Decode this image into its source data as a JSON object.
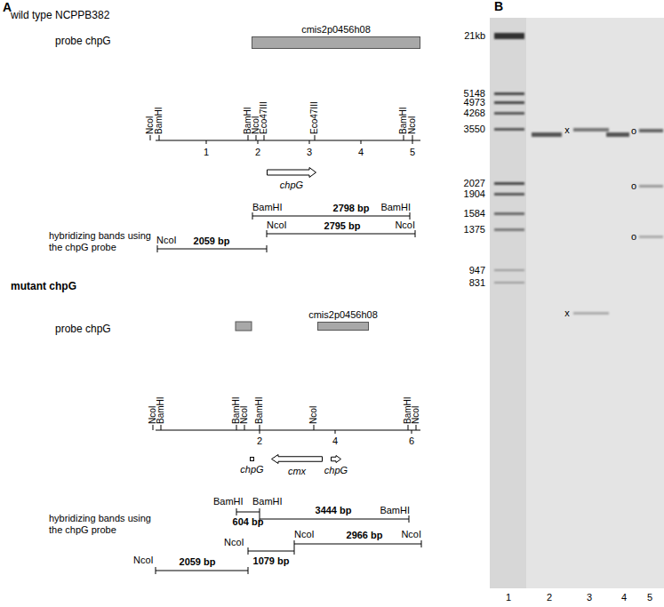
{
  "diagram": {
    "nodes": [
      {
        "text": [
          "cmis2p0456h08"
        ]
      },
      {
        "text": [
          "chpG"
        ]
      },
      {
        "text": [
          "cmis2p0456h08"
        ]
      },
      {
        "text": [
          "chpG"
        ]
      },
      {
        "text": [
          "cmx"
        ]
      },
      {
        "text": [
          "chpG"
        ]
      }
    ],
    "labels": [
      "A",
      "wild type NCPPB382",
      "probe chpG",
      "NcoI",
      "BamHI",
      "BamHI",
      "NcoI",
      "Eco47III",
      "Eco47III",
      "BamHI",
      "NcoI",
      "1",
      "2",
      "3",
      "4",
      "5",
      "BamHI",
      "2798 bp",
      "BamHI",
      "hybridizing bands using the chpG probe",
      "NcoI",
      "2795 bp",
      "NcoI",
      "NcoI",
      "2059 bp",
      "mutant chpG",
      "probe chpG",
      "NcoI",
      "BamHI",
      "BamHI",
      "NcoI",
      "BamHI",
      "NcoI",
      "BamHI",
      "NcoI",
      "2",
      "4",
      "6",
      "BamHI",
      "BamHI",
      "604 bp",
      "3444 bp",
      "BamHI",
      "hybridizing bands using the chpG probe",
      "NcoI",
      "2966 bp",
      "NcoI",
      "NcoI",
      "1079 bp",
      "NcoI",
      "2059 bp",
      "B",
      "21kb",
      "5148",
      "4973",
      "4268",
      "3550",
      "2027",
      "1904",
      "1584",
      "1375",
      "947",
      "831",
      "1",
      "2",
      "3",
      "4",
      "5",
      "x",
      "x",
      "o",
      "o",
      "o"
    ]
  }
}
